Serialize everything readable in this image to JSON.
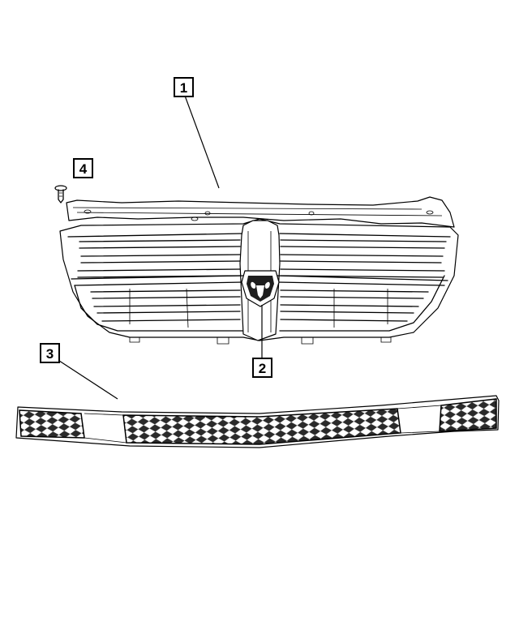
{
  "callouts": [
    {
      "id": "callout-1",
      "label": "1"
    },
    {
      "id": "callout-2",
      "label": "2"
    },
    {
      "id": "callout-3",
      "label": "3"
    },
    {
      "id": "callout-4",
      "label": "4"
    }
  ],
  "parts": {
    "upper_grille": "grille-upper",
    "emblem": "ram-emblem",
    "lower_grille": "grille-lower",
    "fastener": "push-pin-fastener"
  }
}
